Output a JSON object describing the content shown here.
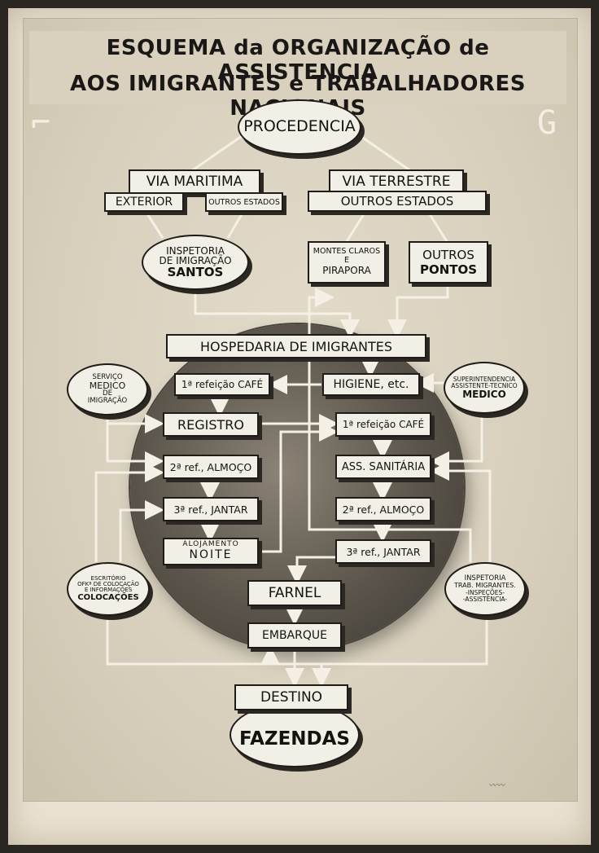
{
  "title": {
    "line1": "ESQUEMA da ORGANIZAÇÃO de ASSISTENCIA",
    "line2": "AOS IMIGRANTES e TRABALHADORES NACIONAIS"
  },
  "nodes": {
    "procedencia": "PROCEDENCIA",
    "via_maritima": "VIA MARITIMA",
    "exterior": "EXTERIOR",
    "outros_estados_maritima": "OUTROS ESTADOS",
    "via_terrestre": "VIA TERRESTRE",
    "outros_estados_terrestre": "OUTROS ESTADOS",
    "inspetoria_santos": [
      "INSPETORIA",
      "DE IMIGRAÇÃO",
      "SANTOS"
    ],
    "montes_claros": [
      "MONTES CLAROS",
      "E",
      "PIRAPORA"
    ],
    "outros_pontos": [
      "OUTROS",
      "PONTOS"
    ],
    "hospedaria": "HOSPEDARIA DE IMIGRANTES",
    "servico_medico": [
      "SERVIÇO",
      "MEDICO",
      "DE",
      "IMIGRAÇÃO"
    ],
    "refeicao_cafe_left": "1ª refeição CAFÉ",
    "higiene": "HIGIENE, etc.",
    "superintendencia": [
      "SUPERINTENDENCIA",
      "ASSISTENTE-TECNICO",
      "MEDICO"
    ],
    "registro": "REGISTRO",
    "refeicao_cafe_right": "1ª refeição CAFÉ",
    "almoco_left": "2ª ref., ALMOÇO",
    "ass_sanitaria": "ASS. SANITÁRIA",
    "jantar_left": "3ª ref., JANTAR",
    "almoco_right": "2ª ref., ALMOÇO",
    "alojamento": [
      "ALOJAMENTO",
      "NOITE"
    ],
    "jantar_right": "3ª ref., JANTAR",
    "escritorio": [
      "ESCRITÓRIO",
      "OFKª DE COLOCAÇÃO",
      "E INFORMAÇÕES",
      "COLOCAÇÕES"
    ],
    "farnel": "FARNEL",
    "inspetoria_trab": [
      "INSPETORIA",
      "TRAB. MIGRANTES.",
      "-INSPEÇÕES-",
      "-ASSISTENCIA-"
    ],
    "embarque": "EMBARQUE",
    "destino": "DESTINO",
    "fazendas": "FAZENDAS"
  },
  "colors": {
    "paper": "#e9e2d2",
    "print": "#d8d0bd",
    "ink": "#1f1c18",
    "box_fill": "#f2efe6",
    "globe_dark": "#3c3831"
  }
}
